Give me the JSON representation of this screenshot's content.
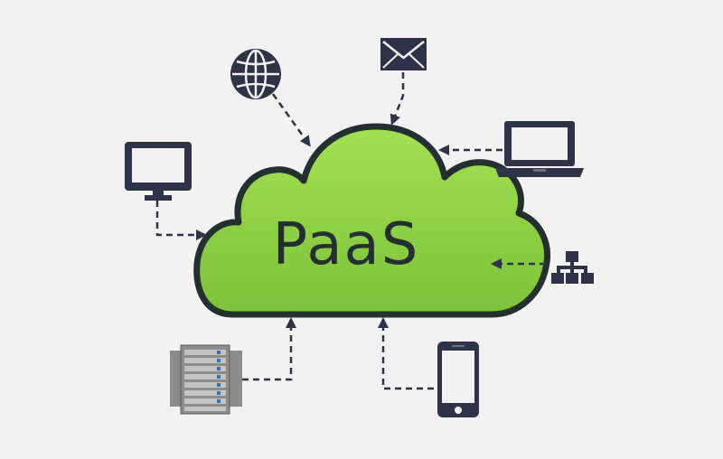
{
  "diagram": {
    "title": "PaaS",
    "colors": {
      "background": "#f2f2f2",
      "cloud_fill": "#8cd43c",
      "cloud_stroke": "#243030",
      "icon": "#2e3347",
      "arrow": "#2e3347",
      "server_body": "#8c8c8c",
      "server_light": "#c4c4c4"
    },
    "nodes": [
      {
        "id": "globe",
        "icon": "globe-icon"
      },
      {
        "id": "mail",
        "icon": "envelope-icon"
      },
      {
        "id": "laptop",
        "icon": "laptop-icon"
      },
      {
        "id": "desktop",
        "icon": "monitor-icon"
      },
      {
        "id": "network",
        "icon": "network-hierarchy-icon"
      },
      {
        "id": "servers",
        "icon": "server-rack-icon"
      },
      {
        "id": "phone",
        "icon": "smartphone-icon"
      }
    ],
    "edges": [
      {
        "from": "globe",
        "to": "cloud",
        "style": "dashed"
      },
      {
        "from": "mail",
        "to": "cloud",
        "style": "dashed"
      },
      {
        "from": "laptop",
        "to": "cloud",
        "style": "dashed"
      },
      {
        "from": "desktop",
        "to": "cloud",
        "style": "dashed"
      },
      {
        "from": "network",
        "to": "cloud",
        "style": "dashed"
      },
      {
        "from": "servers",
        "to": "cloud",
        "style": "dashed"
      },
      {
        "from": "phone",
        "to": "cloud",
        "style": "dashed"
      }
    ]
  }
}
